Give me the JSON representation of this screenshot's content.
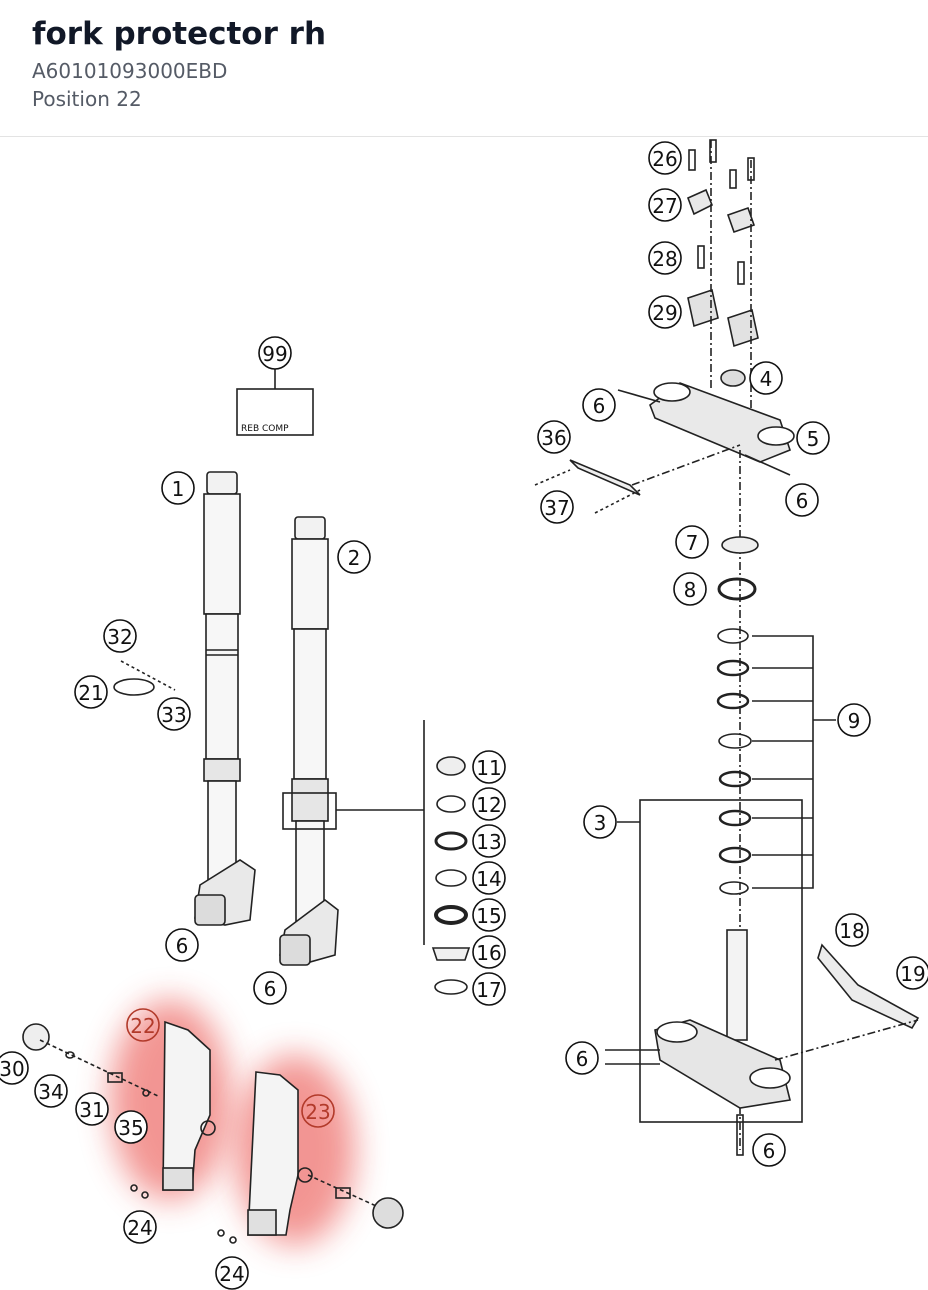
{
  "header": {
    "title": "fork protector rh",
    "part_number": "A60101093000EBD",
    "position": "Position 22"
  },
  "diagram": {
    "kit_label": "REB COMP",
    "highlight_color": "#e8403a",
    "callouts": [
      {
        "id": "c26",
        "text": "26"
      },
      {
        "id": "c27",
        "text": "27"
      },
      {
        "id": "c28",
        "text": "28"
      },
      {
        "id": "c29",
        "text": "29"
      },
      {
        "id": "c99",
        "text": "99"
      },
      {
        "id": "c4",
        "text": "4"
      },
      {
        "id": "c6a",
        "text": "6"
      },
      {
        "id": "c36",
        "text": "36"
      },
      {
        "id": "c5",
        "text": "5"
      },
      {
        "id": "c6b",
        "text": "6"
      },
      {
        "id": "c37",
        "text": "37"
      },
      {
        "id": "c1",
        "text": "1"
      },
      {
        "id": "c2",
        "text": "2"
      },
      {
        "id": "c7",
        "text": "7"
      },
      {
        "id": "c8",
        "text": "8"
      },
      {
        "id": "c32",
        "text": "32"
      },
      {
        "id": "c21",
        "text": "21"
      },
      {
        "id": "c33",
        "text": "33"
      },
      {
        "id": "c9",
        "text": "9"
      },
      {
        "id": "c11",
        "text": "11"
      },
      {
        "id": "c12",
        "text": "12"
      },
      {
        "id": "c13",
        "text": "13"
      },
      {
        "id": "c3",
        "text": "3"
      },
      {
        "id": "c14",
        "text": "14"
      },
      {
        "id": "c15",
        "text": "15"
      },
      {
        "id": "c6c",
        "text": "6"
      },
      {
        "id": "c18",
        "text": "18"
      },
      {
        "id": "c16",
        "text": "16"
      },
      {
        "id": "c6d",
        "text": "6"
      },
      {
        "id": "c17",
        "text": "17"
      },
      {
        "id": "c19",
        "text": "19"
      },
      {
        "id": "c22",
        "text": "22"
      },
      {
        "id": "c30",
        "text": "30"
      },
      {
        "id": "c6e",
        "text": "6"
      },
      {
        "id": "c34",
        "text": "34"
      },
      {
        "id": "c31",
        "text": "31"
      },
      {
        "id": "c23",
        "text": "23"
      },
      {
        "id": "c35",
        "text": "35"
      },
      {
        "id": "c6f",
        "text": "6"
      },
      {
        "id": "c24a",
        "text": "24"
      },
      {
        "id": "c24b",
        "text": "24"
      }
    ]
  }
}
